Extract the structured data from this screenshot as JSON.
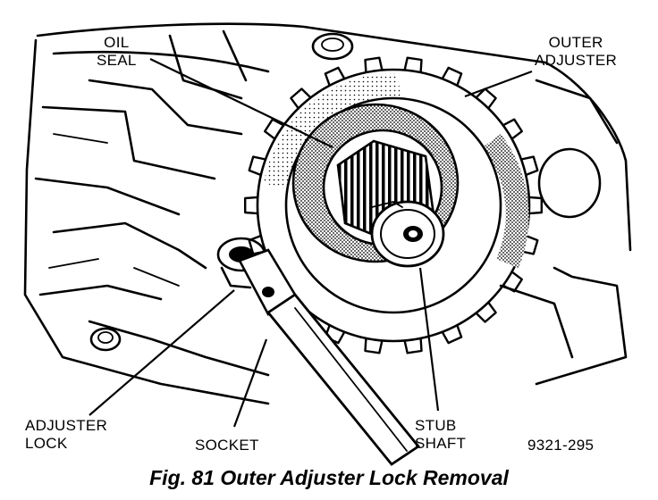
{
  "labels": {
    "oil_seal_1": "OIL",
    "oil_seal_2": "SEAL",
    "outer_adjuster_1": "OUTER",
    "outer_adjuster_2": "ADJUSTER",
    "adjuster_lock_1": "ADJUSTER",
    "adjuster_lock_2": "LOCK",
    "socket": "SOCKET",
    "stub_shaft_1": "STUB",
    "stub_shaft_2": "SHAFT",
    "figure_code": "9321-295"
  },
  "caption": "Fig. 81 Outer Adjuster Lock Removal"
}
